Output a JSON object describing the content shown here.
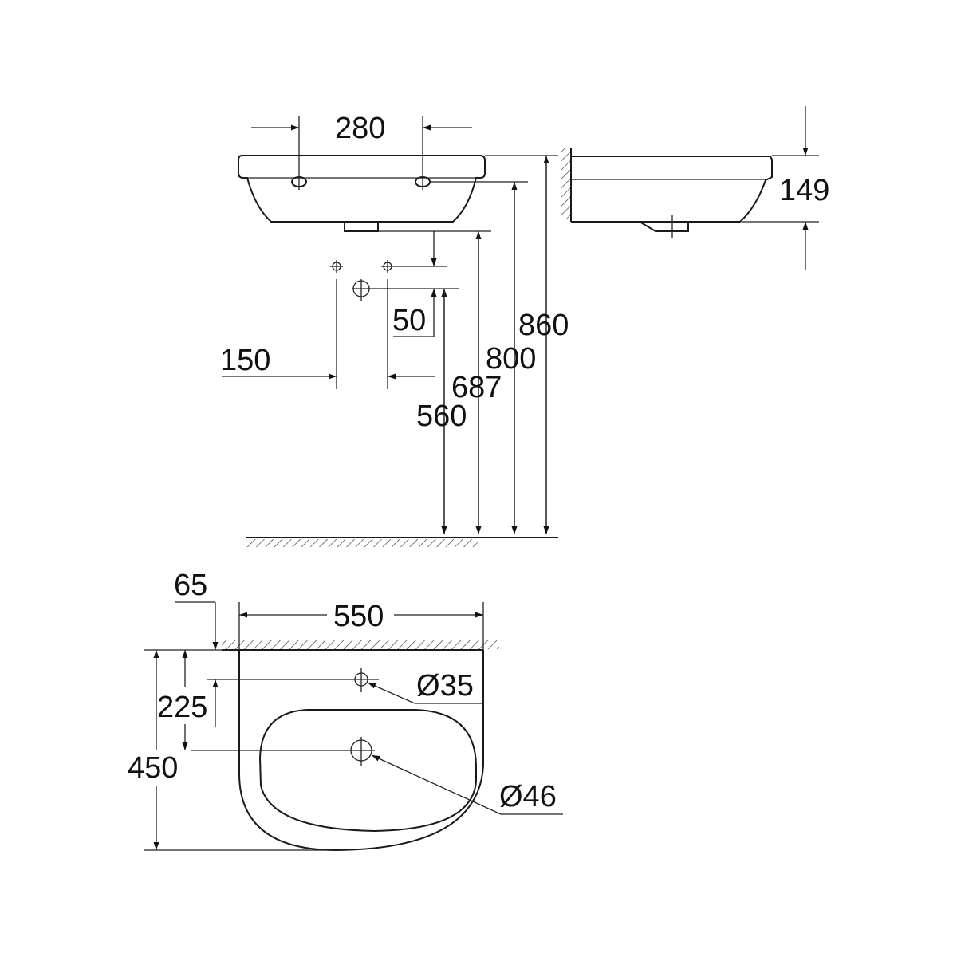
{
  "diagram": {
    "subject": "Wall-hung washbasin dimension drawing",
    "units": "mm",
    "stroke_color": "#1a1a1a",
    "background": "#ffffff"
  },
  "front_view": {
    "tap_hole_spacing": "280",
    "supply_spacing": "150",
    "supply_offset": "50",
    "heights": {
      "waste_outlet": "560",
      "supply": "687",
      "basin_bottom": "800",
      "rim_top": "860"
    }
  },
  "side_view": {
    "depth_height": "149"
  },
  "top_view": {
    "width": "550",
    "projection": "450",
    "wall_to_tap_hole": "65",
    "wall_to_waste": "225",
    "tap_hole_diameter": "Ø35",
    "waste_hole_diameter": "Ø46"
  }
}
